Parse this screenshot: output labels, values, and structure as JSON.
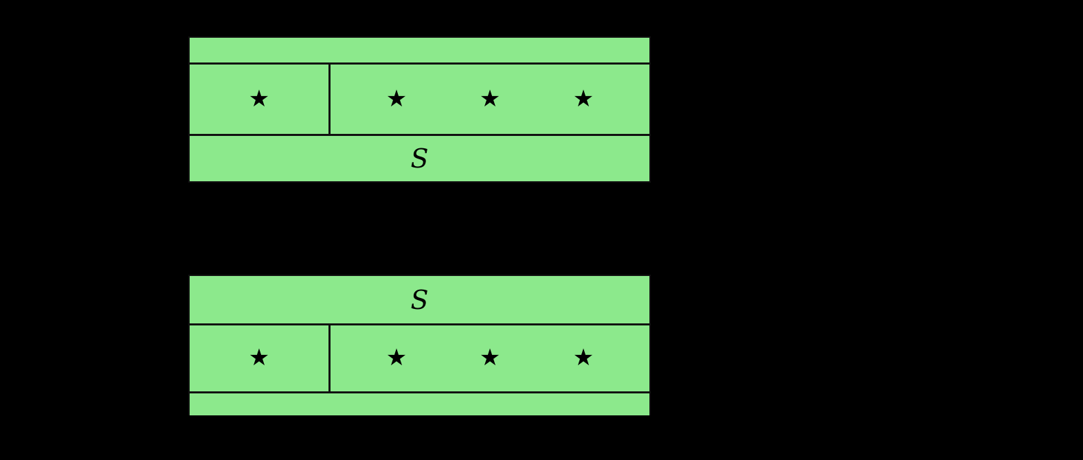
{
  "figure": {
    "background_color": "#000000",
    "band_color": "#8ce98c",
    "line_color": "#111111",
    "glyphs": {
      "star": "★",
      "star_name": "star-glyph",
      "script_s": "S",
      "script_s_name": "script-s-glyph"
    }
  },
  "diagrams": [
    {
      "id": "top-diagram",
      "name": "top-diagram",
      "rows": [
        {
          "id": "top-blank-band",
          "type": "blank",
          "label": ""
        },
        {
          "id": "top-star-row",
          "type": "stars",
          "left_cell": {
            "stars": [
              "★"
            ],
            "count": 1
          },
          "right_cell": {
            "stars": [
              "★",
              "★",
              "★"
            ],
            "count": 3
          }
        },
        {
          "id": "top-label-band",
          "type": "label",
          "label": "S"
        }
      ]
    },
    {
      "id": "bottom-diagram",
      "name": "bottom-diagram",
      "rows": [
        {
          "id": "bottom-label-band",
          "type": "label",
          "label": "S"
        },
        {
          "id": "bottom-star-row",
          "type": "stars",
          "left_cell": {
            "stars": [
              "★"
            ],
            "count": 1
          },
          "right_cell": {
            "stars": [
              "★",
              "★",
              "★"
            ],
            "count": 3
          }
        },
        {
          "id": "bottom-blank-band",
          "type": "blank",
          "label": ""
        }
      ]
    }
  ]
}
